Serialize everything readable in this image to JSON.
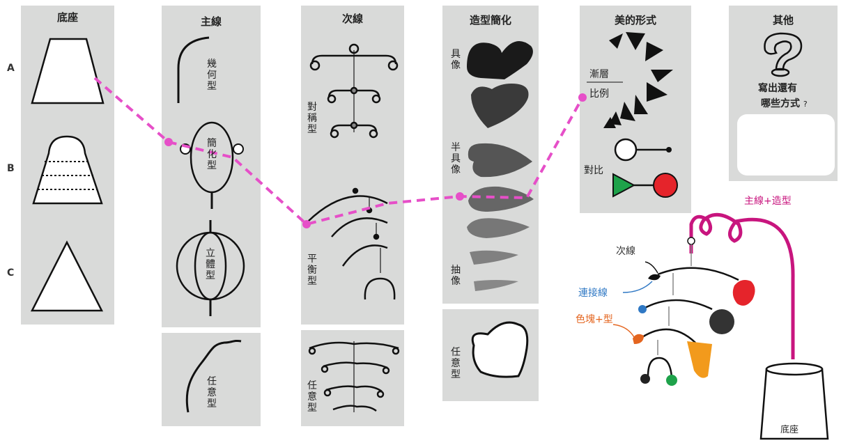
{
  "columns": {
    "base": {
      "title": "底座",
      "rows": [
        "A",
        "B",
        "C"
      ]
    },
    "main_line": {
      "title": "主線",
      "geometric": "幾何型",
      "simplified": "簡化型",
      "solid": "立體型",
      "free": "任意型"
    },
    "sub_line": {
      "title": "次線",
      "symmetric": "對稱型",
      "balanced": "平衡型",
      "free": "任意型"
    },
    "shape": {
      "title": "造型簡化",
      "concrete": "具像",
      "semi": "半具像",
      "abstract": "抽像",
      "free": "任意型"
    },
    "beauty": {
      "title": "美的形式",
      "gradation": "漸層",
      "proportion": "比例",
      "contrast": "對比"
    },
    "other": {
      "title": "其他",
      "prompt_line1": "寫出還有",
      "prompt_line2": "哪些方式",
      "prompt_mark": "?"
    }
  },
  "mobile": {
    "main_shape": "主線+造型",
    "sub_line": "次線",
    "connector": "連接線",
    "color_shape": "色塊+型",
    "base": "底座"
  },
  "colors": {
    "panel": "#d9dad9",
    "magenta_dash": "#e64fc8",
    "main_line": "#c8157e",
    "red": "#e5242b",
    "green": "#1ea24a",
    "orange": "#f29a1c",
    "blue": "#2f78c4",
    "orange_dot": "#e4651f"
  }
}
